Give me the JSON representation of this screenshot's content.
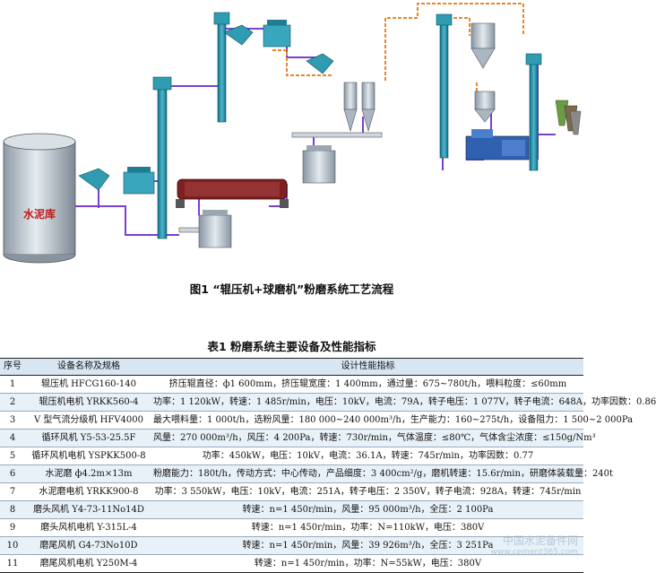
{
  "figure": {
    "silo_label": "水泥库",
    "caption": "图1 “辊压机+球磨机”粉磨系统工艺流程"
  },
  "table": {
    "title": "表1 粉磨系统主要设备及性能指标",
    "headers": [
      "序号",
      "设备名称及规格",
      "设计性能指标"
    ],
    "rows": [
      [
        "1",
        "辊压机 HFCG160-140",
        "挤压辊直径：ф1 600mm，挤压辊宽度：1 400mm，通过量：675~780t/h，喂料粒度：≤60mm"
      ],
      [
        "2",
        "辊压机电机 YRKK560-4",
        "功率：1 120kW，转速：1 485r/min，电压：10kV，电流：79A，转子电压：1 077V，转子电流：648A，功率因数：0.86"
      ],
      [
        "3",
        "V 型气流分级机 HFV4000",
        "最大喂料量：1 000t/h，选粉风量：180 000~240 000m³/h，生产能力：160~275t/h，设备阻力：1 500~2 000Pa"
      ],
      [
        "4",
        "循环风机 Y5-53-25.5F",
        "风量：270 000m³/h，风压：4 200Pa，转速：730r/min，气体温度：≤80℃，气体含尘浓度：≤150g/Nm³"
      ],
      [
        "5",
        "循环风机电机 YSPKK500-8",
        "功率：450kW，电压：10kV，电流：36.1A，转速：745r/min，功率因数：0.77"
      ],
      [
        "6",
        "水泥磨 ф4.2m×13m",
        "粉磨能力：180t/h，传动方式：中心传动，产品细度：3 400cm²/g，磨机转速：15.6r/min，研磨体装载量：240t"
      ],
      [
        "7",
        "水泥磨电机 YRKK900-8",
        "功率：3 550kW，电压：10kV，电流：251A，转子电压：2 350V，转子电流：928A，转速：745r/min"
      ],
      [
        "8",
        "磨头风机 Y4-73-11No14D",
        "转速：n=1 450r/min，风量：95 000m³/h，全压：2 100Pa"
      ],
      [
        "9",
        "磨头风机电机 Y-315L-4",
        "转速：n=1 450r/min，功率：N=110kW，电压：380V"
      ],
      [
        "10",
        "磨尾风机 G4-73No10D",
        "转速：n=1 450r/min，风量：39 926m³/h，全压：3 251Pa"
      ],
      [
        "11",
        "磨尾风机电机 Y250M-4",
        "转速：n=1 450r/min，功率：N=55kW，电压：380V"
      ]
    ]
  },
  "watermark": {
    "line1": "中国水泥备件网",
    "line2": "www.cement365.com"
  },
  "colors": {
    "purple_line": "#7a3fd0",
    "orange_line": "#e8862a",
    "teal_equipment": "#1f8aa0",
    "silo_red_text": "#c01818"
  }
}
